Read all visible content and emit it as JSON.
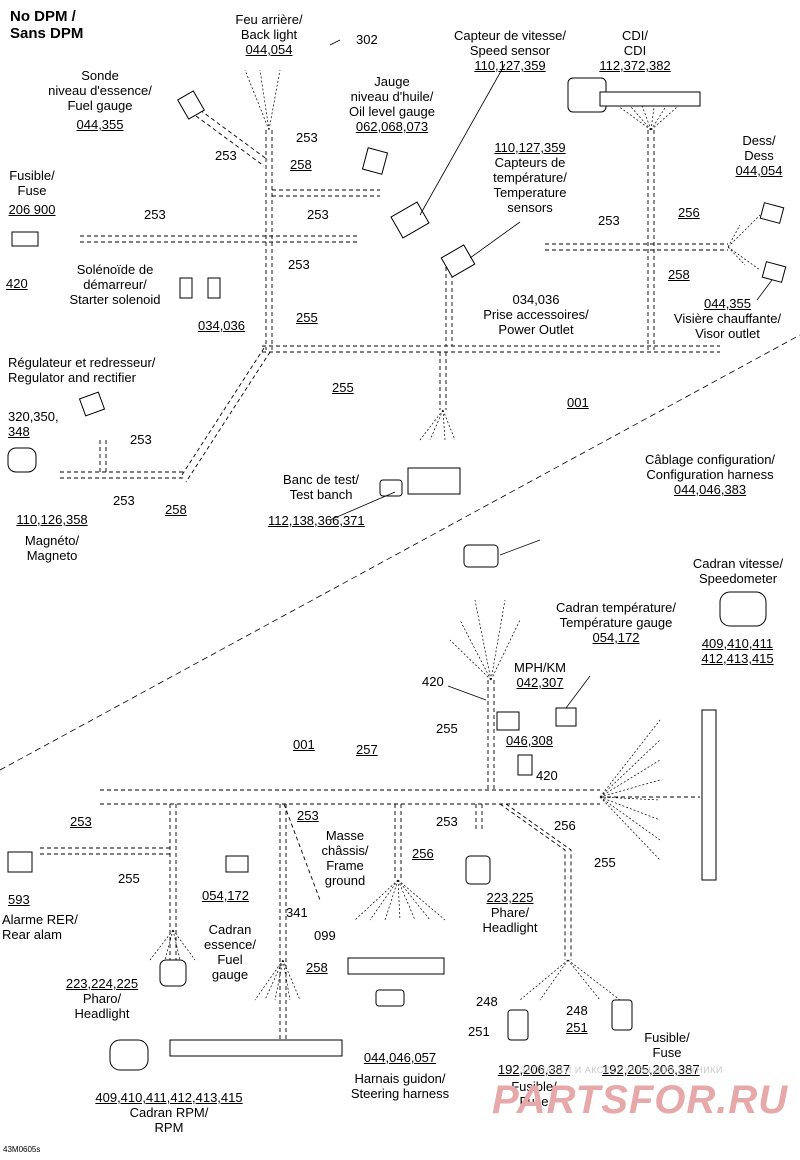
{
  "title": [
    "No DPM /",
    "Sans DPM"
  ],
  "figure_code": "43M0605s",
  "watermark": {
    "tagline": "ЗАПЧАСТИ И АКСЕССУАРЫ ДЛЯ ТЕХНИКИ",
    "brand": "PARTSFOR.RU"
  },
  "labels": {
    "back_light": [
      "Feu arrière/",
      "Back light"
    ],
    "back_light_code": "044,054",
    "n302": "302",
    "fuel_gauge_sensor": [
      "Sonde",
      "niveau d'essence/",
      "Fuel gauge"
    ],
    "fuel_gauge_sensor_code": "044,355",
    "oil_gauge": [
      "Jauge",
      "niveau d'huile/",
      "Oil level gauge"
    ],
    "oil_gauge_code": "062,068,073",
    "speed_sensor": [
      "Capteur de vitesse/",
      "Speed sensor"
    ],
    "speed_sensor_code": "110,127,359",
    "cdi": [
      "CDI/",
      "CDI"
    ],
    "cdi_code": "112,372,382",
    "temp_sensors_code": "110,127,359",
    "temp_sensors": [
      "Capteurs de",
      "température/",
      "Temperature",
      "sensors"
    ],
    "dess": [
      "Dess/",
      "Dess"
    ],
    "dess_code": "044,054",
    "fuse_top": [
      "Fusible/",
      "Fuse"
    ],
    "fuse_top_code": "206 900",
    "n420_top": "420",
    "starter_solenoid": [
      "Solénoïde de",
      "démarreur/",
      "Starter solenoid"
    ],
    "starter_solenoid_code": "034,036",
    "power_outlet_code": "034,036",
    "power_outlet": [
      "Prise accessoires/",
      "Power Outlet"
    ],
    "visor_outlet_code": "044,355",
    "visor_outlet": [
      "Visière chauffante/",
      "Visor outlet"
    ],
    "regulator": [
      "Régulateur et redresseur/",
      "Regulator and rectifier"
    ],
    "regulator_code": [
      "320,350,",
      "348"
    ],
    "magneto_code": "110,126,358",
    "magneto": [
      "Magnéto/",
      "Magneto"
    ],
    "test_bench": [
      "Banc de test/",
      "Test banch"
    ],
    "test_bench_code": "112,138,366,371",
    "config_harness": [
      "Câblage configuration/",
      "Configuration harness"
    ],
    "config_harness_code": "044,046,383",
    "speedometer": [
      "Cadran vitesse/",
      "Speedometer"
    ],
    "speedometer_code": [
      "409,410,411",
      "412,413,415"
    ],
    "temp_gauge": [
      "Cadran température/",
      "Température gauge"
    ],
    "temp_gauge_code": "054,172",
    "mph_km": "MPH/KM",
    "mph_km_code": "042,307",
    "n420_a": "420",
    "n046308": "046,308",
    "n420_b": "420",
    "frame_ground": [
      "Masse",
      "châssis/",
      "Frame",
      "ground"
    ],
    "rear_alarm_code": "593",
    "rear_alarm": [
      "Alarme RER/",
      "Rear alam"
    ],
    "bottom_054172": "054,172",
    "n341": "341",
    "n099": "099",
    "headlight_mid_code": "223,225",
    "headlight_mid": [
      "Phare/",
      "Headlight"
    ],
    "headlight_left_code": "223,224,225",
    "headlight_left": [
      "Pharo/",
      "Headlight"
    ],
    "fuel_gauge_dial": [
      "Cadran",
      "essence/",
      "Fuel",
      "gauge"
    ],
    "rpm_code": "409,410,411,412,413,415",
    "rpm": [
      "Cadran RPM/",
      "RPM"
    ],
    "steering_code": "044,046,057",
    "steering": [
      "Harnais guidon/",
      "Steering harness"
    ],
    "n248a": "248",
    "n251a": "251",
    "n248b": "248",
    "n251b": "251",
    "fuse_bottom_right": [
      "Fusible/",
      "Fuse"
    ],
    "fuse_b1_code": "192,206,387",
    "fuse_b1": [
      "Fusible/",
      "Fuse"
    ],
    "fuse_b2_code": "192,205,206,387"
  },
  "harness_numbers": {
    "h253_a": "253",
    "h258_a": "258",
    "h253_b": "253",
    "h253_c": "253",
    "h253_d": "253",
    "h253_e": "253",
    "h256_a": "256",
    "h258_b": "258",
    "h255_a": "255",
    "h255_b": "255",
    "h001_a": "001",
    "h253_f": "253",
    "h253_g": "253",
    "h258_c": "258",
    "h001_b": "001",
    "h257": "257",
    "h255_c": "255",
    "h253_h": "253",
    "h253_i": "253",
    "h255_d": "255",
    "h253_j": "253",
    "h256_b": "256",
    "h256_c": "256",
    "h255_e": "255",
    "h258_d": "258"
  }
}
